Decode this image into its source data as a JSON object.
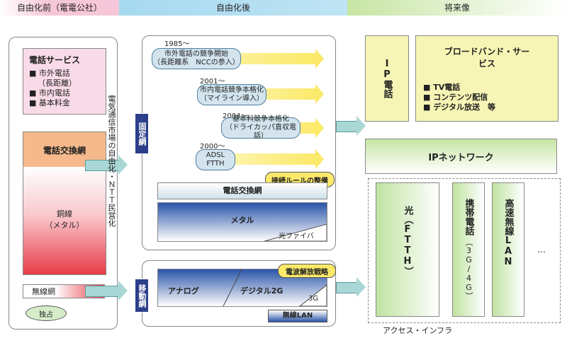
{
  "header": {
    "col1": "自由化前（電電公社）",
    "col2": "自由化後",
    "col3": "将来像"
  },
  "left": {
    "service_title": "電話サービス",
    "service_items": [
      "■ 市外電話",
      "（長距離）",
      "■ 市内電話",
      "■ 基本料金"
    ],
    "exchange": "電話交換網",
    "copper": "銅線",
    "copper_sub": "（メタル）",
    "wireless": "無線網",
    "monopoly": "独占"
  },
  "middle_label": "電気通信市場の自由化・ＮＴＴ民営化",
  "fixed": {
    "label": "固定網",
    "y1": "1985～",
    "p1a": "市外電話の競争開始",
    "p1b": "（長距離系　NCCの参入）",
    "y2": "2001～",
    "p2a": "市内電話競争本格化",
    "p2b": "（マイライン導入）",
    "y3": "2004～",
    "p3a": "基本料競争本格化",
    "p3b": "（ドライカッパ直収電話）",
    "y4": "2000～",
    "p4a": "ADSL",
    "p4b": "FTTH",
    "rule": "接続ルールの整備",
    "exchange": "電話交換網",
    "metal": "メタル",
    "fiber": "光ファイバ"
  },
  "mobile": {
    "label": "移動網",
    "radio": "電波解放戦略",
    "analog": "アナログ",
    "digital": "デジタル2G",
    "g3": "3G",
    "wlan": "無線LAN"
  },
  "future": {
    "ip_phone": "IP電話",
    "broadband_title": "ブロードバンド・サービス",
    "broadband_items": [
      "■ TV電話",
      "■ コンテンツ配信",
      "■ デジタル放送　等"
    ],
    "ip_network": "IPネットワーク",
    "hikari": "光（FTTH）",
    "mobile_phone": "携帯電話",
    "mobile_phone_sub": "（3G/4G）",
    "wlan_fast": "高速無線LAN",
    "dots": "…",
    "access": "アクセス・インフラ"
  },
  "colors": {
    "hdr1": "#f6c7d8",
    "hdr2": "#a6d9ef",
    "hdr3": "#c7e5a3",
    "pink": "#f9dbe8",
    "orange": "#f6b98b",
    "yellow": "#f7f5b5",
    "green": "#d6ecc9",
    "navy": "#2c3f8a"
  }
}
